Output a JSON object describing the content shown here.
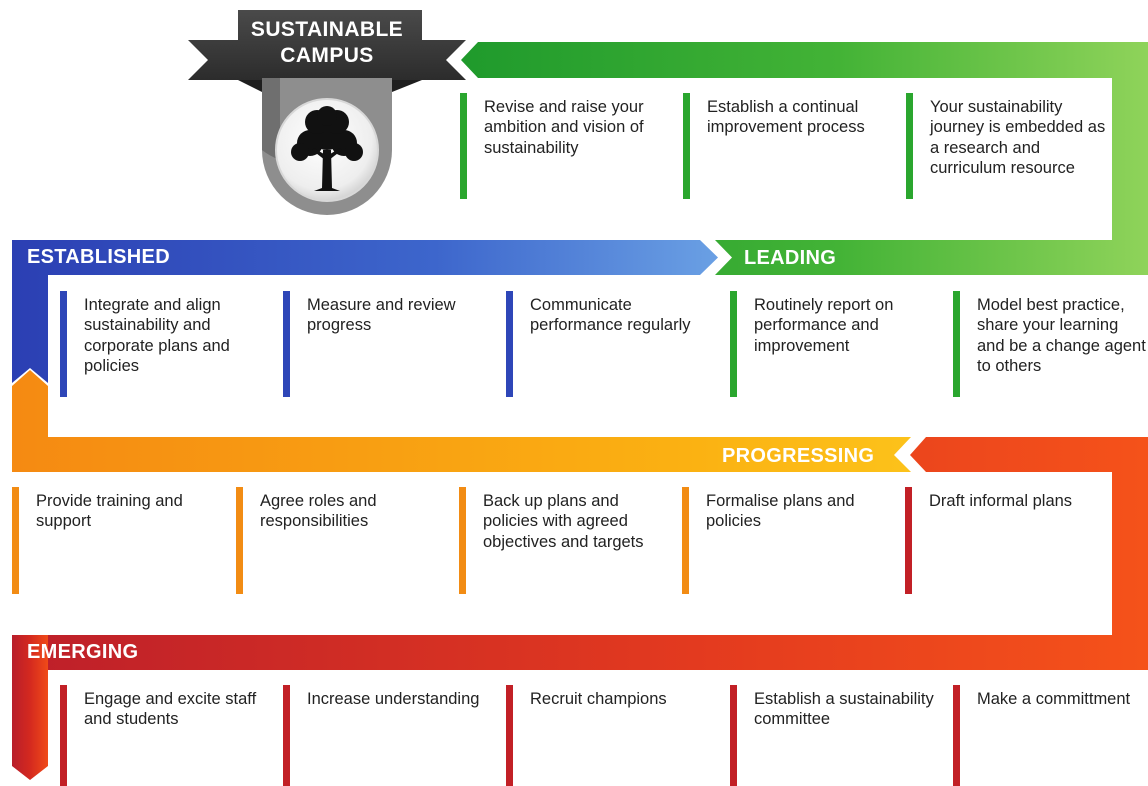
{
  "badge": {
    "title_line1": "SUSTAINABLE",
    "title_line2": "CAMPUS",
    "icon": "tree-icon"
  },
  "colors": {
    "established": "#2e46b8",
    "leading": "#2aa62e",
    "progressing": "#f28c14",
    "emerging": "#c22026",
    "badge_dark": "#3a3a3a"
  },
  "stages": {
    "leading": {
      "label": "LEADING",
      "steps": [
        "Revise and raise your ambition and vision of sustainability",
        "Establish a continual improvement process",
        "Your sustainability journey is embedded as a research and curriculum resource",
        "Routinely report on performance and improvement",
        "Model best practice, share your learning and be a change agent to others"
      ]
    },
    "established": {
      "label": "ESTABLISHED",
      "steps": [
        "Integrate and align sustainability and corporate plans and policies",
        "Measure and review progress",
        "Communicate performance regularly"
      ]
    },
    "progressing": {
      "label": "PROGRESSING",
      "steps": [
        "Provide training and support",
        "Agree roles and responsibilities",
        "Back up plans and policies with agreed objectives and targets",
        "Formalise plans and policies"
      ]
    },
    "emerging": {
      "label": "EMERGING",
      "steps": [
        "Draft informal plans",
        "Engage and excite staff and students",
        "Increase understanding",
        "Recruit champions",
        "Establish a sustainability committee",
        "Make a committment"
      ]
    }
  }
}
